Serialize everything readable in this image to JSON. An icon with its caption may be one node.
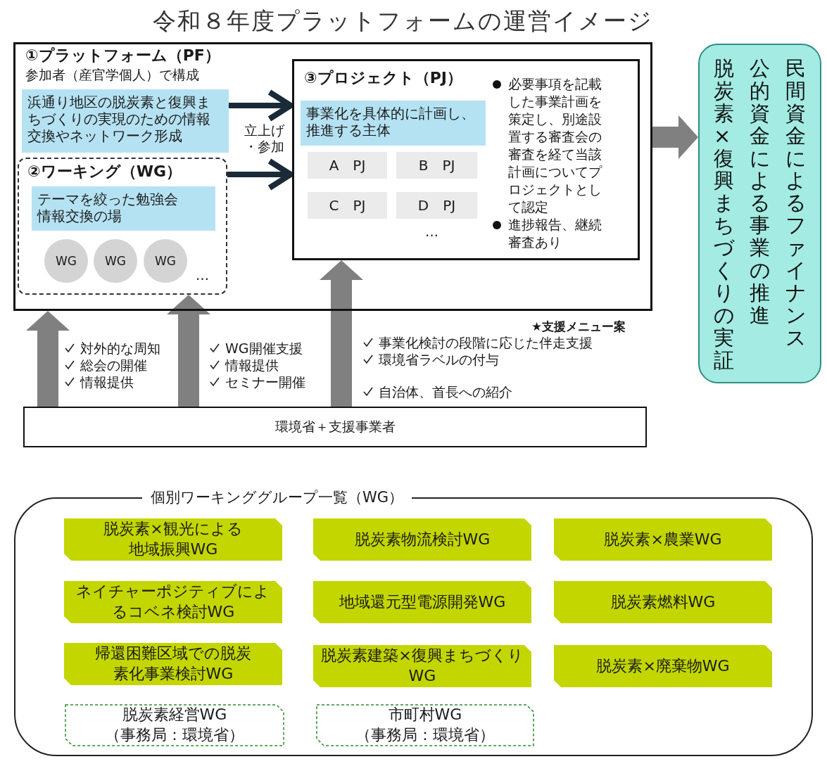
{
  "diagram": {
    "title": "令和８年度プラットフォームの運営イメージ",
    "nodes": [
      {
        "text": [
          "①プラットフォーム（PF）",
          "参加者（産官学個人）で構成"
        ]
      },
      {
        "text": [
          "浜通り地区の脱炭素と復興まちづくりの実現のための情報交換やネットワーク形成"
        ],
        "in": 0
      },
      {
        "text": [
          "②ワーキング（WG）"
        ],
        "in": 0
      },
      {
        "text": [
          "テーマを絞った勉強会",
          "情報交換の場"
        ],
        "in": 2
      },
      {
        "text": [
          "WG"
        ],
        "in": 2
      },
      {
        "text": [
          "WG"
        ],
        "in": 2
      },
      {
        "text": [
          "WG"
        ],
        "in": 2
      },
      {
        "text": [
          "③プロジェクト（PJ）",
          "必要事項を記載した事業計画を策定し、別途設置する審査会の審査を経て当該計画についてプロジェクトとして認定",
          "進捗報告、継続審査あり"
        ],
        "in": 0
      },
      {
        "text": [
          "事業化を具体的に計画し、推進する主体"
        ],
        "in": 7
      },
      {
        "text": [
          "A　PJ"
        ],
        "in": 7
      },
      {
        "text": [
          "B　PJ"
        ],
        "in": 7
      },
      {
        "text": [
          "C　PJ"
        ],
        "in": 7
      },
      {
        "text": [
          "D　PJ"
        ],
        "in": 7
      },
      {
        "text": [
          "脱炭素×復興まちづくりの実証",
          "公的資金による事業の推進",
          "民間資金によるファイナンス"
        ]
      },
      {
        "text": [
          "環境省＋支援事業者"
        ]
      },
      {
        "text": [
          "個別ワーキンググループ一覧（WG）"
        ]
      },
      {
        "text": [
          "脱炭素×観光による地域振興WG"
        ],
        "in": 15
      },
      {
        "text": [
          "脱炭素物流検討WG"
        ],
        "in": 15
      },
      {
        "text": [
          "脱炭素×農業WG"
        ],
        "in": 15
      },
      {
        "text": [
          "ネイチャーポジティブによるコベネ検討WG"
        ],
        "in": 15
      },
      {
        "text": [
          "地域還元型電源開発WG"
        ],
        "in": 15
      },
      {
        "text": [
          "脱炭素燃料WG"
        ],
        "in": 15
      },
      {
        "text": [
          "帰還困難区域での脱炭素化事業検討WG"
        ],
        "in": 15
      },
      {
        "text": [
          "脱炭素建築×復興まちづくりWG"
        ],
        "in": 15
      },
      {
        "text": [
          "脱炭素×廃棄物WG"
        ],
        "in": 15
      },
      {
        "text": [
          "脱炭素経営WG",
          "（事務局：環境省）"
        ],
        "in": 15
      },
      {
        "text": [
          "市町村WG",
          "（事務局：環境省）"
        ],
        "in": 15
      }
    ],
    "edges": [
      {
        "from": 1,
        "to": 7,
        "arrow": "to",
        "color": "#1b2a38"
      },
      {
        "from": 2,
        "to": 7,
        "arrow": "to",
        "color": "#1b2a38"
      },
      {
        "from": 0,
        "to": 13,
        "arrow": "to"
      },
      {
        "from": 14,
        "to": 0,
        "arrow": "to"
      },
      {
        "from": 14,
        "to": 2,
        "arrow": "to"
      },
      {
        "from": 14,
        "to": 7,
        "arrow": "to"
      }
    ],
    "labels": [
      "立上げ・参加",
      "…",
      "…",
      "対外的な周知",
      "総会の開催",
      "情報提供",
      "WG開催支援",
      "情報提供",
      "セミナー開催",
      "★支援メニュー案",
      "事業化検討の段階に応じた伴走支援",
      "環境省ラベルの付与",
      "自治体、首長への紹介"
    ]
  }
}
